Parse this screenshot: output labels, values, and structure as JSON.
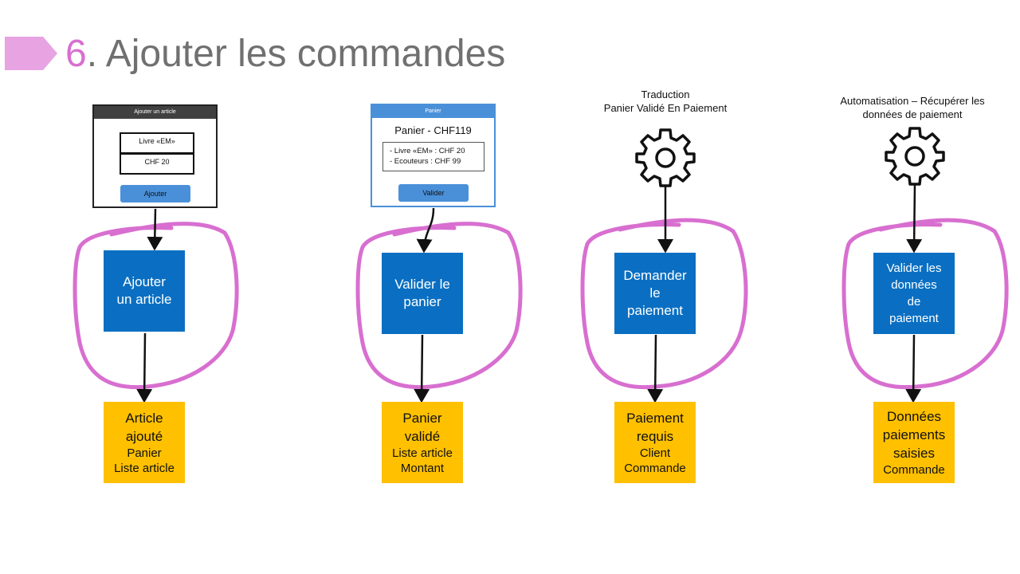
{
  "title": {
    "number": "6",
    "text": ". Ajouter les commandes"
  },
  "colors": {
    "accent": "#d86fd0",
    "command": "#0a6fc2",
    "event": "#ffc000",
    "arrow": "#111111"
  },
  "columns": [
    {
      "mockup": {
        "header": "Ajouter un article",
        "field1": "Livre «EM»",
        "field2": "CHF 20",
        "button": "Ajouter"
      },
      "command": [
        "Ajouter",
        "un article"
      ],
      "event": {
        "title": [
          "Article",
          "ajouté"
        ],
        "details": [
          "Panier",
          "Liste article"
        ]
      }
    },
    {
      "mockup": {
        "header": "Panier",
        "total": "Panier - CHF119",
        "lines": [
          "- Livre «EM» : CHF 20",
          "- Ecouteurs : CHF 99"
        ],
        "button": "Valider"
      },
      "command": [
        "Valider le",
        "panier"
      ],
      "event": {
        "title": [
          "Panier",
          "validé"
        ],
        "details": [
          "Liste article",
          "Montant"
        ]
      }
    },
    {
      "trigger": {
        "caption": [
          "Traduction",
          "Panier Validé  En Paiement"
        ],
        "icon": "gear-icon"
      },
      "command": [
        "Demander",
        "le",
        "paiement"
      ],
      "event": {
        "title": [
          "Paiement",
          "requis"
        ],
        "details": [
          "Client",
          "Commande"
        ]
      }
    },
    {
      "trigger": {
        "caption": [
          "Automatisation – Récupérer les",
          "données de paiement"
        ],
        "icon": "gear-icon"
      },
      "command": [
        "Valider les",
        "données",
        "de",
        "paiement"
      ],
      "event": {
        "title": [
          "Données",
          "paiements",
          "saisies"
        ],
        "details": [
          "Commande"
        ]
      }
    }
  ]
}
